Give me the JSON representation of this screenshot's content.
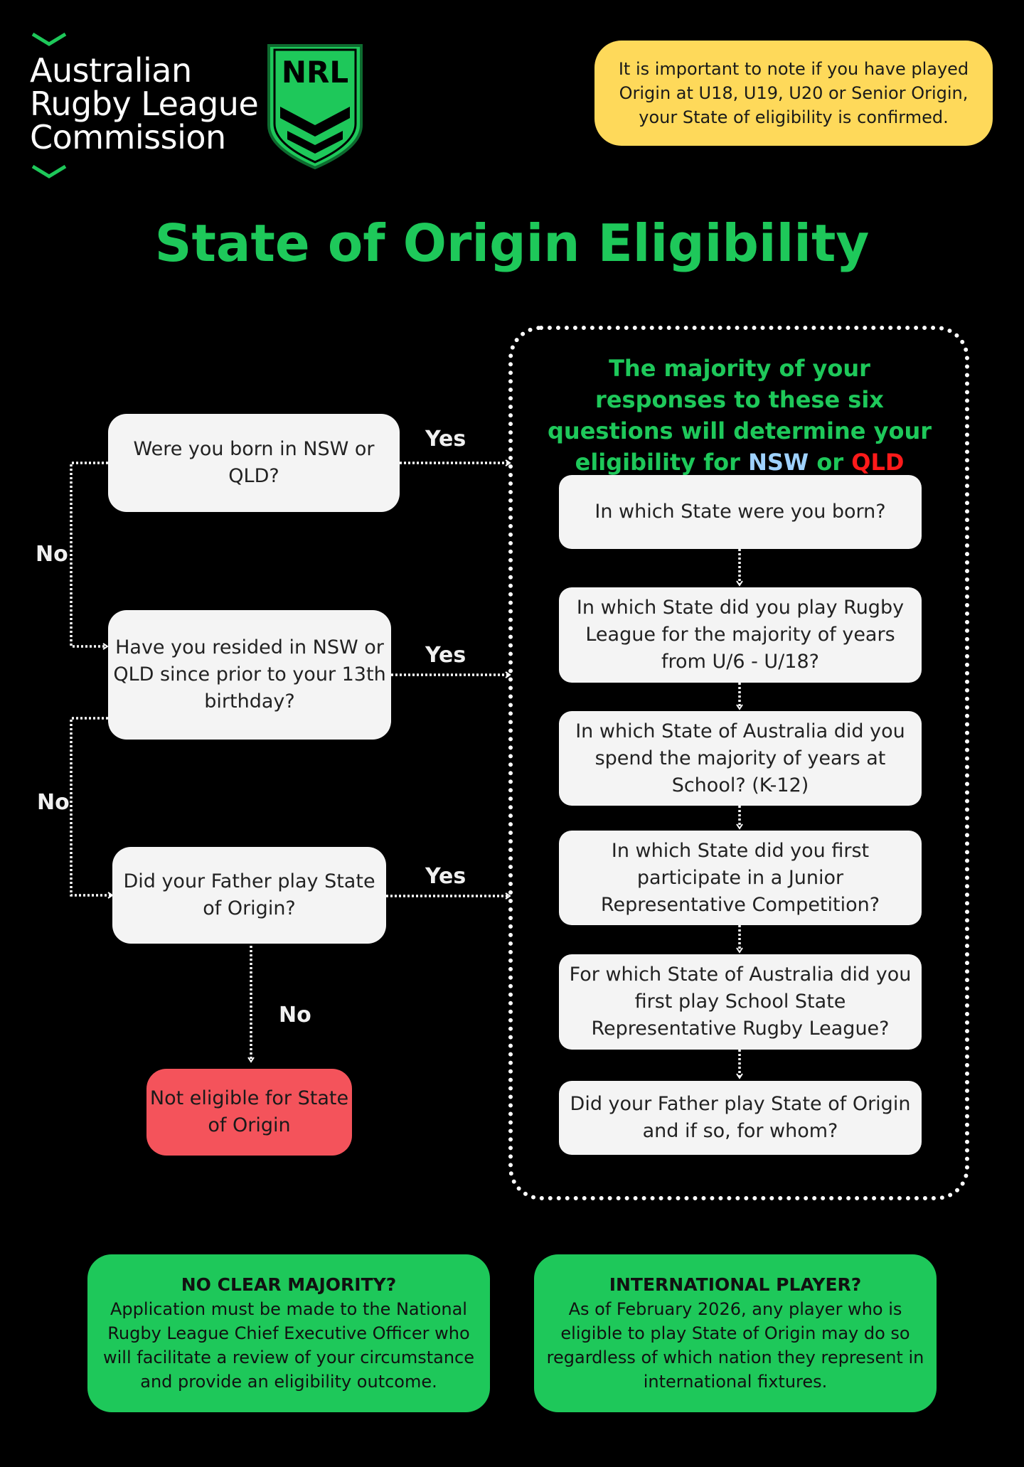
{
  "logo": {
    "lines": [
      "Australian",
      "Rugby League",
      "Commission"
    ],
    "shield_text": "NRL"
  },
  "note": {
    "text": "It is important to note if you have played Origin at U18, U19, U20 or Senior Origin, your State of eligibility is confirmed."
  },
  "title": "State of Origin Eligibility",
  "panel": {
    "intro": "The majority of your responses to these six questions will determine your eligibility for",
    "nsw": "NSW",
    "or": "or",
    "qld": "QLD",
    "questions": [
      "In which State were you born?",
      "In which State did you play Rugby League for the majority of years from U/6 - U/18?",
      "In which State of Australia did you spend the majority of years at School? (K-12)",
      "In which State did you first participate in a Junior Representative Competition?",
      "For which State of Australia did you first play School State Representative Rugby League?",
      "Did your Father play State of Origin and if so, for whom?"
    ]
  },
  "flow": {
    "q1": "Were you born in NSW or QLD?",
    "q2": "Have you resided in NSW or QLD since prior to your 13th birthday?",
    "q3": "Did your Father play State of Origin?",
    "yes": "Yes",
    "no": "No",
    "result": "Not eligible for State of Origin"
  },
  "footer": {
    "left_title": "NO CLEAR MAJORITY?",
    "left_text": "Application must be made to the National Rugby League Chief Executive Officer who will facilitate a review of your circumstance and provide an eligibility outcome.",
    "right_title": "INTERNATIONAL PLAYER?",
    "right_text": "As of February 2026, any player who is eligible to play State of Origin may do so regardless of which nation they represent in international fixtures."
  },
  "colors": {
    "brand_green": "#1ec85a",
    "note_yellow": "#fed95a",
    "not_eligible_red": "#f4535b",
    "nsw_blue": "#9fd2ff",
    "qld_red": "#ff1a1a"
  }
}
